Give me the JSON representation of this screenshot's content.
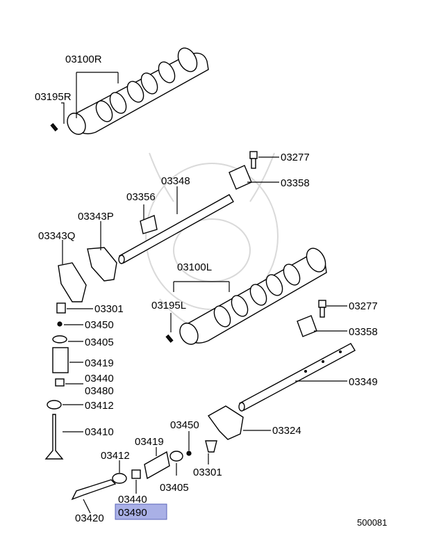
{
  "diagram_code": "500081",
  "highlighted_part": "03490",
  "labels": {
    "p03100R": "03100R",
    "p03195R": "03195R",
    "p03277a": "03277",
    "p03358a": "03358",
    "p03348": "03348",
    "p03356": "03356",
    "p03343P": "03343P",
    "p03343Q": "03343Q",
    "p03100L": "03100L",
    "p03195L": "03195L",
    "p03277b": "03277",
    "p03358b": "03358",
    "p03301a": "03301",
    "p03450a": "03450",
    "p03405a": "03405",
    "p03419a": "03419",
    "p03440a": "03440",
    "p03480": "03480",
    "p03412a": "03412",
    "p03410": "03410",
    "p03349": "03349",
    "p03450b": "03450",
    "p03324": "03324",
    "p03419b": "03419",
    "p03412b": "03412",
    "p03301b": "03301",
    "p03405b": "03405",
    "p03440b": "03440",
    "p03490": "03490",
    "p03420": "03420"
  }
}
